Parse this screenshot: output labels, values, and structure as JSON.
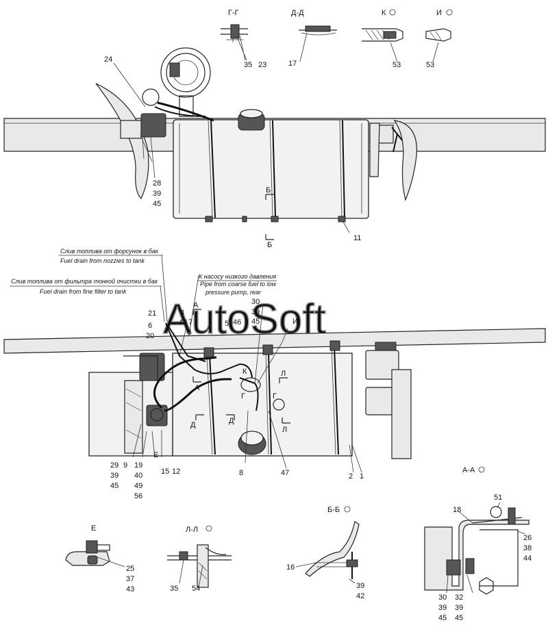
{
  "watermark": "AutoSoft",
  "sections": {
    "g_g": "Г-Г",
    "d_d": "Д-Д",
    "k": "К",
    "i": "И",
    "a_a": "А-А",
    "b_b": "Б-Б",
    "e": "Е",
    "l_l": "Л-Л"
  },
  "notes": {
    "injector_drain_ru": "Слив топлива от форсунок в бак",
    "injector_drain_en": "Fuel drain from nozzies to tank",
    "fine_filter_ru": "Слив топлива от фильтра тонкой очистки в бак",
    "fine_filter_en": "Fuel drain from fine filter to tank",
    "low_pump_ru": "К насосу низкого давления",
    "low_pump_en1": "Pipe from coarse fuel to low",
    "low_pump_en2": "pressure pump, rear"
  },
  "callouts": {
    "c35a": "35",
    "c23": "23",
    "c17": "17",
    "c53a": "53",
    "c53b": "53",
    "c24": "24",
    "c28": "28",
    "c39a": "39",
    "c45a": "45",
    "c11": "11",
    "c21": "21",
    "c4": "4",
    "c48": "48",
    "c7": "7",
    "c6": "6",
    "c3": "3",
    "c20": "20",
    "c5": "5",
    "c46": "46",
    "c30a": "30",
    "c39b": "39",
    "c45b": "45",
    "c8": "8",
    "c47": "47",
    "c2": "2",
    "c1": "1",
    "c29": "29",
    "c9": "9",
    "c19": "19",
    "c39c": "39",
    "c45c": "45",
    "c40": "40",
    "c49": "49",
    "c56": "56",
    "c15": "15",
    "c12": "12",
    "c25": "25",
    "c37": "37",
    "c43": "43",
    "c35b": "35",
    "c54": "54",
    "c16": "16",
    "c39d": "39",
    "c42": "42",
    "c18": "18",
    "c51": "51",
    "c26": "26",
    "c38": "38",
    "c44": "44",
    "c30b": "30",
    "c39e": "39",
    "c45d": "45",
    "c32": "32",
    "c39f": "39",
    "c45e": "45"
  },
  "markers": {
    "b": "Б",
    "a": "А",
    "k": "К",
    "i": "И",
    "g": "Г",
    "l": "Л",
    "d": "Д",
    "e": "Е"
  }
}
